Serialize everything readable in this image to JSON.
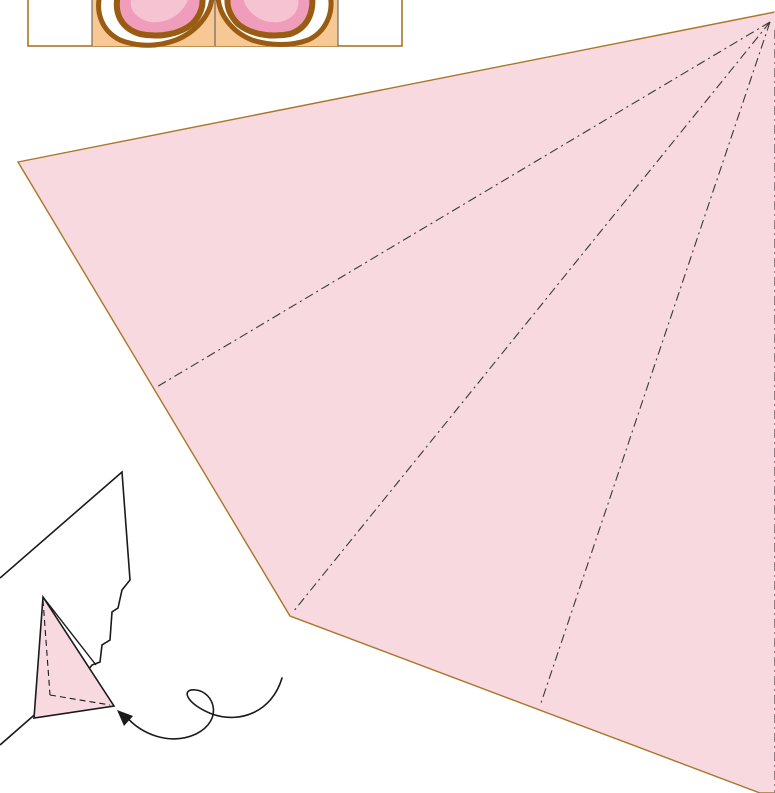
{
  "colors": {
    "paper_fill": "#f8d9e0",
    "paper_edge": "#a87626",
    "fold_line": "#3a3a3a",
    "ink": "#1a1a1a",
    "thumbnail_bg": "#f7c893",
    "thumbnail_frame": "#a87626",
    "heart_outline": "#9a5b12",
    "heart_fill": "#ef9dbb",
    "heart_highlight": "#f6c3d3"
  },
  "icons": {
    "thumbnail": "folded-heart-thumbnail",
    "paper": "origami-paper-sheet",
    "inset": "fold-step-illustration",
    "arrow": "curved-arrow-icon"
  },
  "fold_lines": {
    "count": 4,
    "style": "dash-dot"
  }
}
